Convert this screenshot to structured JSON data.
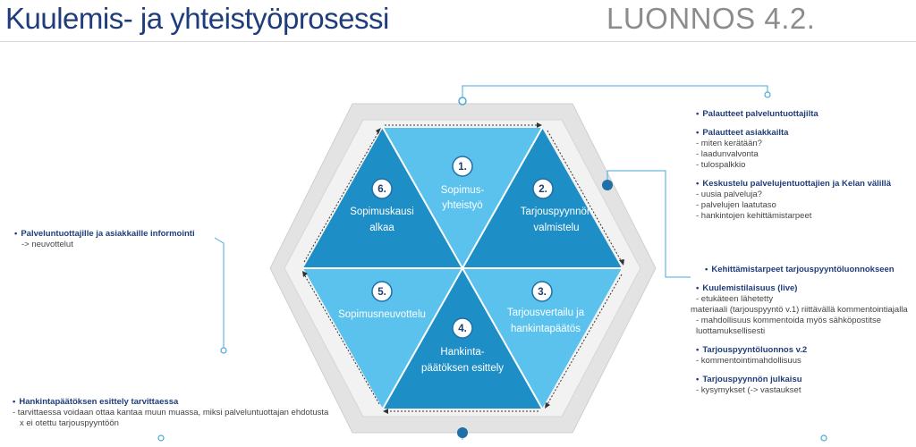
{
  "header": {
    "title": "Kuulemis- ja yhteistyöprosessi",
    "draft": "LUONNOS 4.2."
  },
  "colors": {
    "title": "#1f3d7a",
    "light_blue": "#5bc2ee",
    "dark_blue": "#1e8fc6",
    "hex_frame": "#dcdcdc",
    "callout_line": "#4aa8d8"
  },
  "steps": [
    {
      "num": "1.",
      "line1": "Sopimus-",
      "line2": "yhteistyö"
    },
    {
      "num": "2.",
      "line1": "Tarjouspyynnön",
      "line2": "valmistelu"
    },
    {
      "num": "3.",
      "line1": "Tarjousvertailu ja",
      "line2": "hankintapäätös"
    },
    {
      "num": "4.",
      "line1": "Hankinta-",
      "line2": "päätöksen esittely"
    },
    {
      "num": "5.",
      "line1": "Sopimusneuvottelu",
      "line2": ""
    },
    {
      "num": "6.",
      "line1": "Sopimuskausi",
      "line2": "alkaa"
    }
  ],
  "notes_right_top": [
    {
      "head": "Palautteet palveluntuottajilta",
      "items": []
    },
    {
      "head": "Palautteet asiakkailta",
      "items": [
        "- miten kerätään?",
        "- laadunvalvonta",
        "- tulospalkkio"
      ]
    },
    {
      "head": "Keskustelu palvelujentuottajien  ja Kelan välillä",
      "items": [
        "- uusia palveluja?",
        "- palvelujen laatutaso",
        "- hankintojen kehittämistarpeet"
      ]
    }
  ],
  "notes_right_bottom": [
    {
      "head": "Kehittämistarpeet tarjouspyyntöluonnokseen",
      "items": []
    },
    {
      "head": "Kuulemistilaisuus (live)",
      "items": [
        "- etukäteen lähetetty",
        "materiaali (tarjouspyyntö v.1) riittävällä kommentointiajalla",
        "- mahdollisuus kommentoida myös sähköpostitse",
        "luottamuksellisesti"
      ]
    },
    {
      "head": "Tarjouspyyntöluonnos v.2",
      "items": [
        "- kommentointimahdollisuus"
      ]
    },
    {
      "head": "Tarjouspyynnön julkaisu",
      "items": [
        "- kysymykset (-> vastaukset"
      ]
    }
  ],
  "note_left_mid": {
    "head": "Palveluntuottajille ja asiakkaille informointi",
    "items": [
      "-> neuvottelut"
    ]
  },
  "note_left_bottom": {
    "head": "Hankintapäätöksen esittely tarvittaessa",
    "items": [
      "- tarvittaessa voidaan ottaa kantaa muun muassa,  miksi palveluntuottajan ehdotusta",
      "x ei otettu tarjouspyyntöön"
    ]
  }
}
